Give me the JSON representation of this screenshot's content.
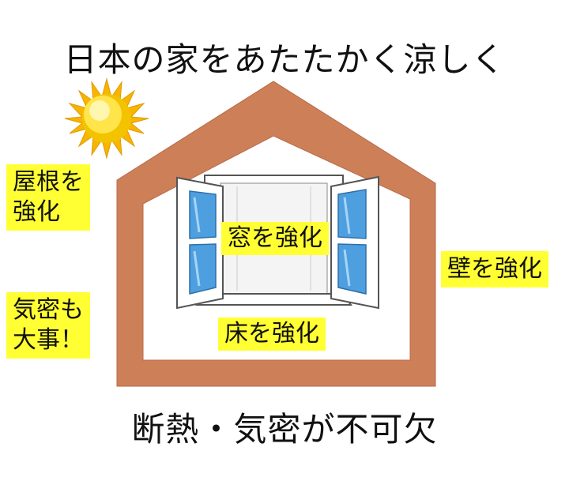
{
  "title_top": "日本の家をあたたかく涼しく",
  "title_bottom": "断熱・気密が不可欠",
  "labels": {
    "roof": "屋根を\n強化",
    "airtight": "気密も\n大事！",
    "wall": "壁を強化",
    "window": "窓を強化",
    "floor": "床を強化"
  },
  "colors": {
    "house": "#cd7f57",
    "label_bg": "#ffff33",
    "glass": "#4e9fe0",
    "sun": "#f4c300"
  },
  "icons": [
    "sun-icon",
    "house-outline",
    "open-window-icon"
  ]
}
